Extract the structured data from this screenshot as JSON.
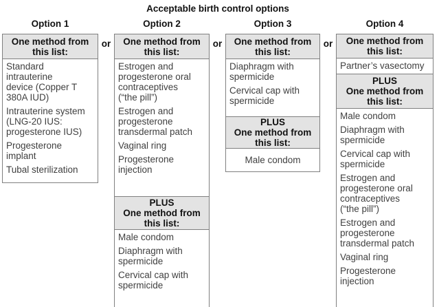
{
  "title": "Acceptable birth control options",
  "separator_label": "or",
  "colors": {
    "header_bg": "#e3e3e3",
    "border": "#7f7f7f",
    "heading_text": "#111111",
    "item_text": "#3f3f3f"
  },
  "columns": [
    {
      "label": "Option 1",
      "header1": "One method from this list:",
      "list1": [
        "Standard\nintrauterine\ndevice (Copper T\n380A IUD)",
        "Intrauterine system\n(LNG-20 IUS:\nprogesterone IUS)",
        "Progesterone\nimplant",
        "Tubal sterilization"
      ]
    },
    {
      "label": "Option 2",
      "header1": "One method from this list:",
      "list1": [
        "Estrogen and\nprogesterone oral\ncontraceptives\n(“the pill”)",
        "Estrogen and\nprogesterone\ntransdermal patch",
        "Vaginal ring",
        "Progesterone\ninjection"
      ],
      "header2": "PLUS\nOne method from this list:",
      "list2": [
        "Male condom",
        "Diaphragm with\nspermicide",
        "Cervical cap with\nspermicide"
      ]
    },
    {
      "label": "Option 3",
      "header1": "One method from this list:",
      "list1": [
        "Diaphragm with\nspermicide",
        "Cervical cap with\nspermicide"
      ],
      "header2": "PLUS\nOne method from this list:",
      "list2": [
        "Male condom"
      ]
    },
    {
      "label": "Option 4",
      "header1": "One method from this list:",
      "list1": [
        "Partner’s vasectomy"
      ],
      "header2": "PLUS\nOne method from this list:",
      "list2": [
        "Male condom",
        "Diaphragm with\nspermicide",
        "Cervical cap with\nspermicide",
        "Estrogen and\nprogesterone oral\ncontraceptives\n(“the pill”)",
        "Estrogen and\nprogesterone\ntransdermal patch",
        "Vaginal ring",
        "Progesterone\ninjection"
      ]
    }
  ]
}
